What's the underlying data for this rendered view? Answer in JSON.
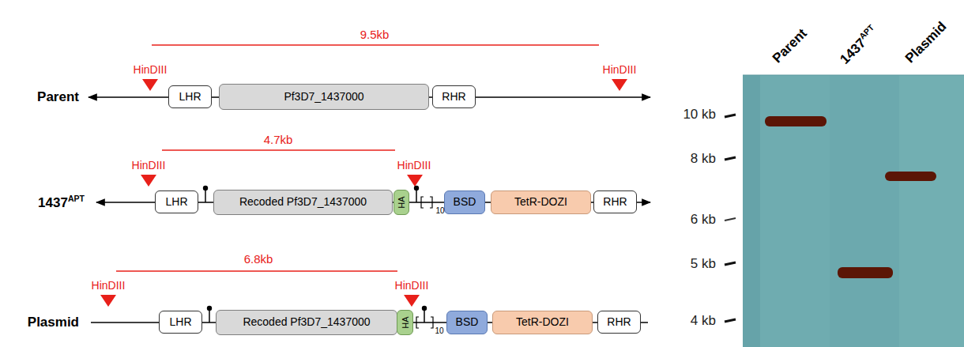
{
  "diagram": {
    "nodes": [
      {
        "text": [
          "LHR"
        ]
      },
      {
        "text": [
          "Pf3D7_1437000"
        ]
      },
      {
        "text": [
          "RHR"
        ]
      },
      {
        "text": [
          "LHR"
        ]
      },
      {
        "text": [
          "Recoded Pf3D7_1437000"
        ]
      },
      {
        "text": [
          "HA"
        ]
      },
      {
        "text": [
          "BSD"
        ]
      },
      {
        "text": [
          "TetR-DOZI"
        ]
      },
      {
        "text": [
          "RHR"
        ]
      },
      {
        "text": [
          "LHR"
        ]
      },
      {
        "text": [
          "Recoded Pf3D7_1437000"
        ]
      },
      {
        "text": [
          "HA"
        ]
      },
      {
        "text": [
          "BSD"
        ]
      },
      {
        "text": [
          "TetR-DOZI"
        ]
      },
      {
        "text": [
          "RHR"
        ]
      }
    ],
    "labels": [
      "9.5kb",
      "HinDIII",
      "HinDIII",
      "Parent",
      "4.7kb",
      "HinDIII",
      "HinDIII",
      "1437",
      "APT",
      "10",
      "6.8kb",
      "HinDIII",
      "HinDIII",
      "Plasmid",
      "10",
      "Parent",
      "1437",
      "APT",
      "Plasmid",
      "10 kb",
      "8 kb",
      "6 kb",
      "5 kb",
      "4 kb"
    ]
  }
}
